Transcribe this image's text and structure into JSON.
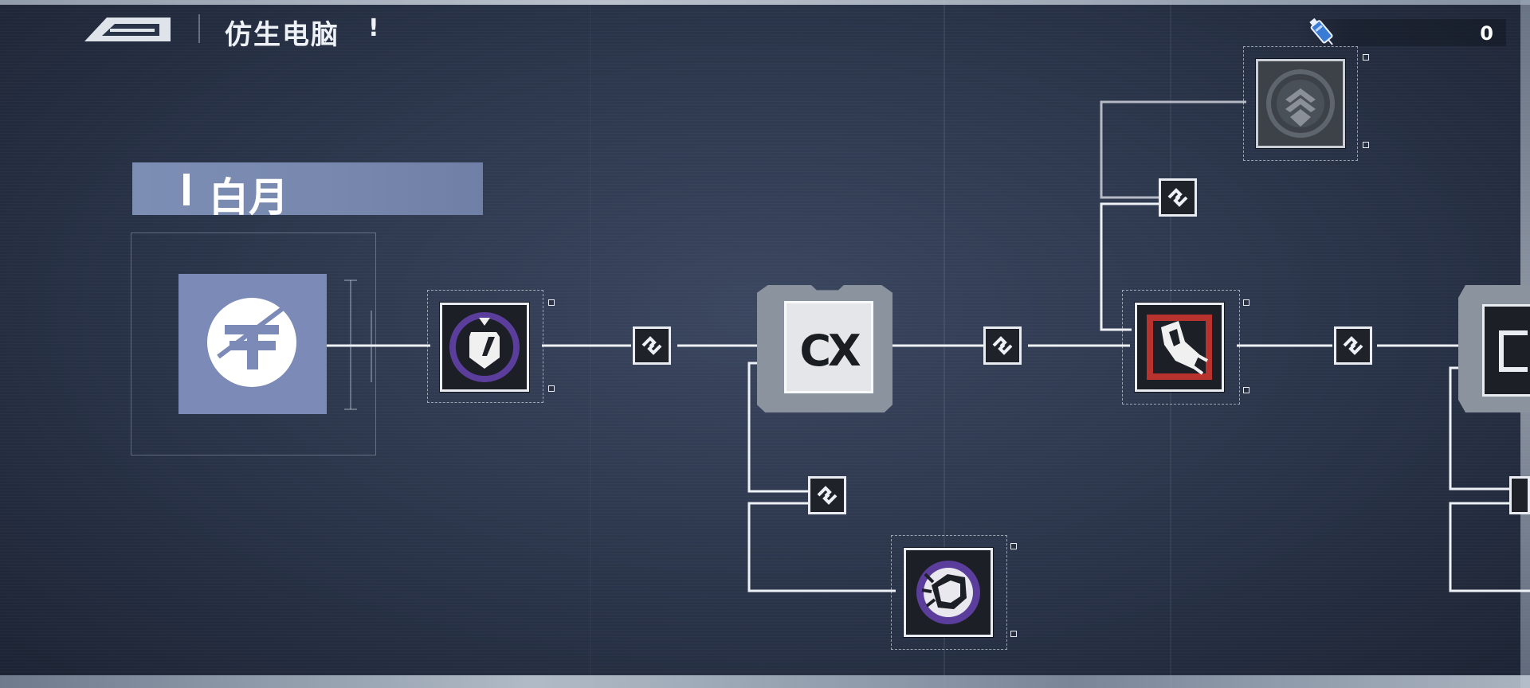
{
  "header": {
    "title": "仿生电脑",
    "alert_mark": "!",
    "back_icon": "back-arrow-icon"
  },
  "currency": {
    "icon": "injector-icon",
    "value": "0"
  },
  "character": {
    "name": "白月",
    "emblem_icon": "character-emblem-icon"
  },
  "nodes": {
    "shield_chip": {
      "icon": "shield-chip-icon",
      "ring_color": "#5b3e9c"
    },
    "core_chip": {
      "label": "CX"
    },
    "fist_chip": {
      "icon": "fist-chip-icon",
      "ring_color": "#5b3e9c"
    },
    "blade_chip": {
      "icon": "blade-strike-icon",
      "accent_color": "#b8322e"
    },
    "rank_chip": {
      "icon": "chevron-rank-icon",
      "locked": true
    },
    "next_core": {
      "icon": "next-core-icon"
    }
  },
  "links": {
    "icon": "link-chain-icon"
  }
}
